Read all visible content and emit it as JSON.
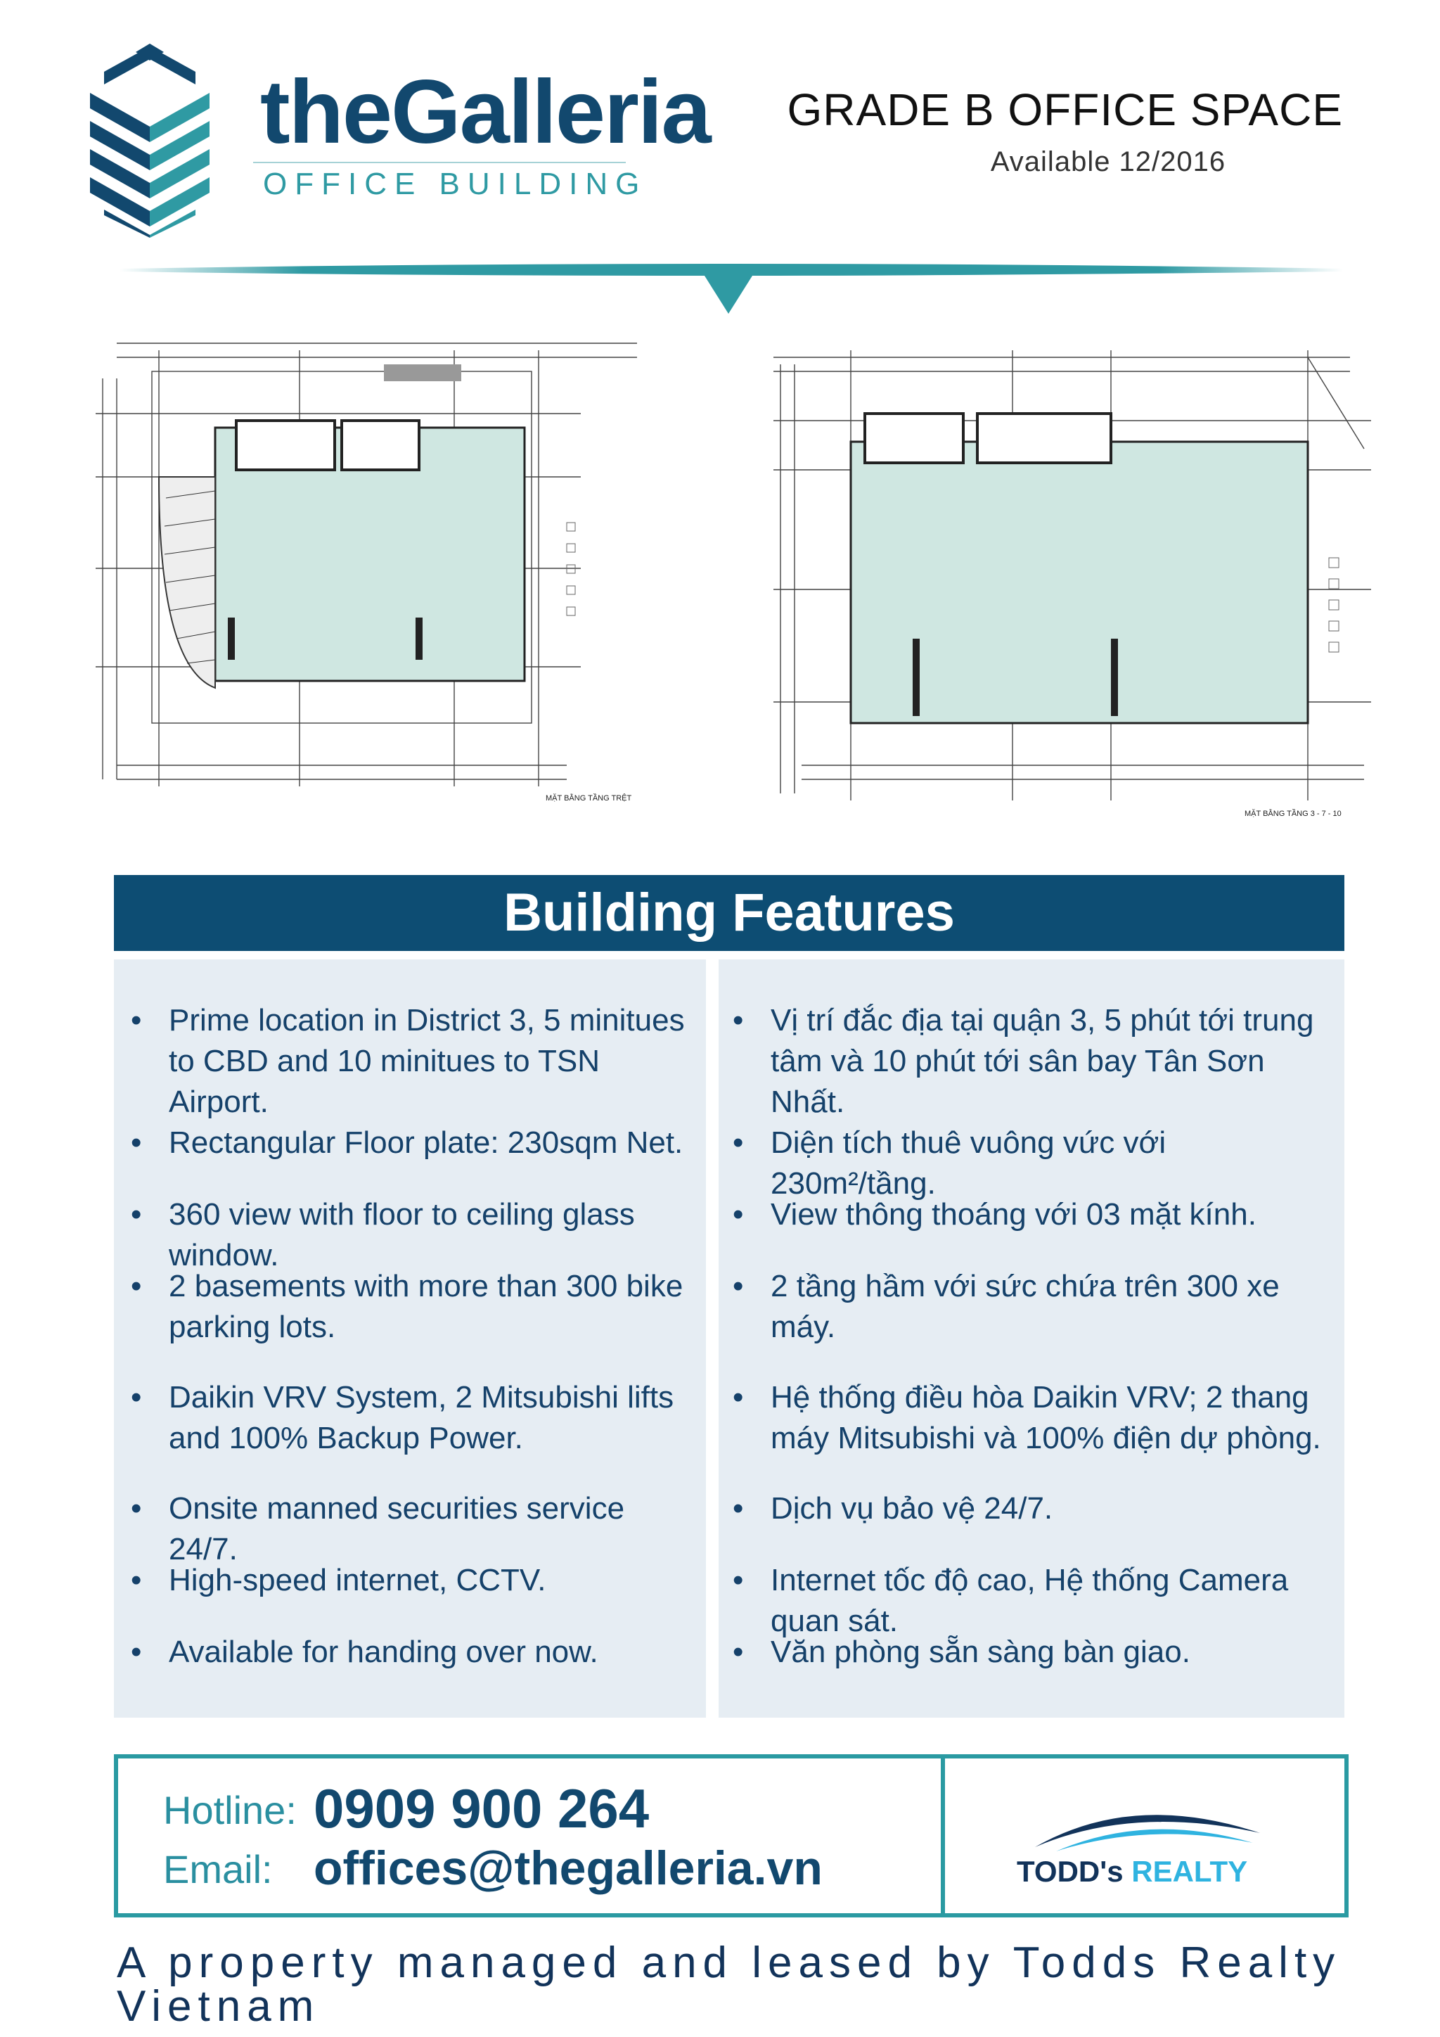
{
  "brand": {
    "name": "theGalleria",
    "subtitle": "OFFICE BUILDING",
    "colors": {
      "navy": "#12486e",
      "teal": "#2f9aa3",
      "panel": "#e6edf3"
    }
  },
  "header": {
    "grade": "GRADE B OFFICE SPACE",
    "availability": "Available 12/2016"
  },
  "plans": {
    "left_caption": "MẶT BẰNG TẦNG TRỆT",
    "right_caption": "MẶT BẰNG TẦNG 3 - 7 - 10"
  },
  "features": {
    "title": "Building Features",
    "en": [
      "Prime location in District 3, 5 minitues to CBD and 10 minitues to TSN Airport.",
      "Rectangular Floor plate: 230sqm Net.",
      "360 view with floor to ceiling glass window.",
      "2 basements with more than 300 bike parking lots.",
      "Daikin VRV System, 2 Mitsubishi lifts and 100% Backup Power.",
      "Onsite manned securities service 24/7.",
      "High-speed internet, CCTV.",
      "Available for handing over now."
    ],
    "vi": [
      "Vị trí đắc địa tại quận 3, 5 phút tới trung tâm và 10 phút tới sân bay Tân Sơn Nhất.",
      "Diện tích thuê vuông vức với 230m²/tầng.",
      "View thông thoáng với 03 mặt kính.",
      "2 tầng hầm với sức chứa trên 300 xe máy.",
      "Hệ thống điều hòa Daikin VRV; 2 thang máy Mitsubishi và 100% điện dự phòng.",
      "Dịch vụ bảo vệ 24/7.",
      "Internet tốc độ cao, Hệ thống Camera quan sát.",
      "Văn phòng sẵn sàng bàn giao."
    ]
  },
  "contact": {
    "hotline_label": "Hotline:",
    "hotline": "0909 900 264",
    "email_label": "Email:",
    "email": "offices@thegalleria.vn"
  },
  "partner": {
    "name_part1": "TODD's",
    "name_part2": "REALTY"
  },
  "footer": "A property managed and leased by Todds Realty Vietnam"
}
